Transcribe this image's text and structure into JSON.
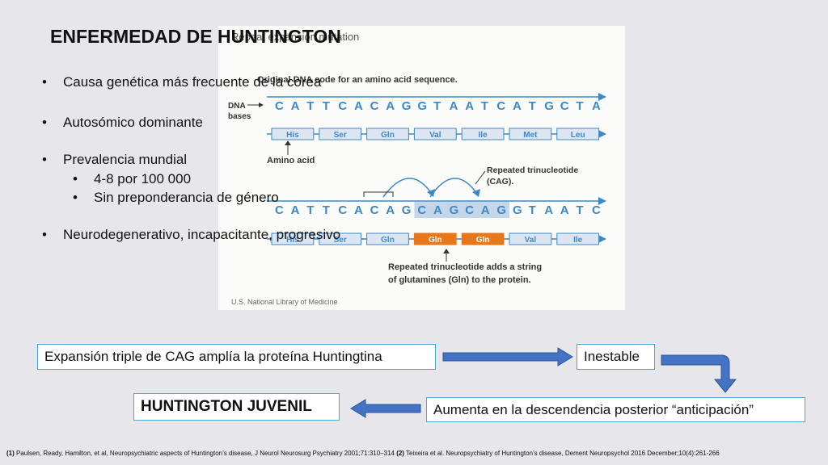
{
  "title": "ENFERMEDAD DE HUNTINGTON",
  "bullets": [
    {
      "text": "Causa genética más frecuente de la corea",
      "level": 1
    },
    {
      "text": "Autosómico dominante",
      "level": 1
    },
    {
      "text": "Prevalencia mundial",
      "level": 1
    },
    {
      "text": "4-8 por 100 000",
      "level": 2
    },
    {
      "text": "Sin preponderancia de género",
      "level": 2
    },
    {
      "text": "Neurodegenerativo, incapacitante, progresivo",
      "level": 1
    }
  ],
  "figure": {
    "heading": "Repeat expansion mutation",
    "caption_top": "Original DNA code for an amino acid sequence.",
    "dna_label_1": "DNA",
    "dna_label_2": "bases",
    "dna1": [
      "C",
      "A",
      "T",
      "T",
      "C",
      "A",
      "C",
      "A",
      "G",
      "G",
      "T",
      "A",
      "A",
      "T",
      "C",
      "A",
      "T",
      "G",
      "C",
      "T",
      "A"
    ],
    "aa1": [
      "His",
      "Ser",
      "Gln",
      "Val",
      "Ile",
      "Met",
      "Leu"
    ],
    "amino_acid_label": "Amino acid",
    "repeat_label_1": "Repeated trinucleotide",
    "repeat_label_2": "(CAG).",
    "dna2": [
      "C",
      "A",
      "T",
      "T",
      "C",
      "A",
      "C",
      "A",
      "G",
      "C",
      "A",
      "G",
      "C",
      "A",
      "G",
      "G",
      "T",
      "A",
      "A",
      "T",
      "C"
    ],
    "aa2": [
      "His",
      "Ser",
      "Gln",
      "Gln",
      "Gln",
      "Val",
      "Ile"
    ],
    "caption_bottom_1": "Repeated trinucleotide adds a string",
    "caption_bottom_2": "of glutamines (Gln) to the  protein.",
    "credit": "U.S. National Library of Medicine"
  },
  "flow": {
    "box1": "Expansión triple de CAG amplía la proteína Huntingtina",
    "box2": "Inestable",
    "box3": "Aumenta en la descendencia posterior “anticipación”",
    "box4": "HUNTINGTON JUVENIL"
  },
  "colors": {
    "dna_blue": "#3f88c6",
    "amino_box": "#dbe6f2",
    "gln_orange": "#e8771c",
    "cag_highlight": "#c5d5ea",
    "arrow_blue": "#4472c4",
    "box_border": "#4aa7d6"
  },
  "references": {
    "r1_num": "(1)",
    "r1_text": " Paulsen, Ready, Hamilton, et al, Neuropsychiatric aspects of Huntington’s disease, J Neurol Neurosurg Psychiatry 2001;71:310–314 ",
    "r2_num": "(2)",
    "r2_text": " Teixeira et al. Neuropsychiatry of Huntington’s disease, Dement Neuropsychol 2016 December;10(4):261-266"
  }
}
